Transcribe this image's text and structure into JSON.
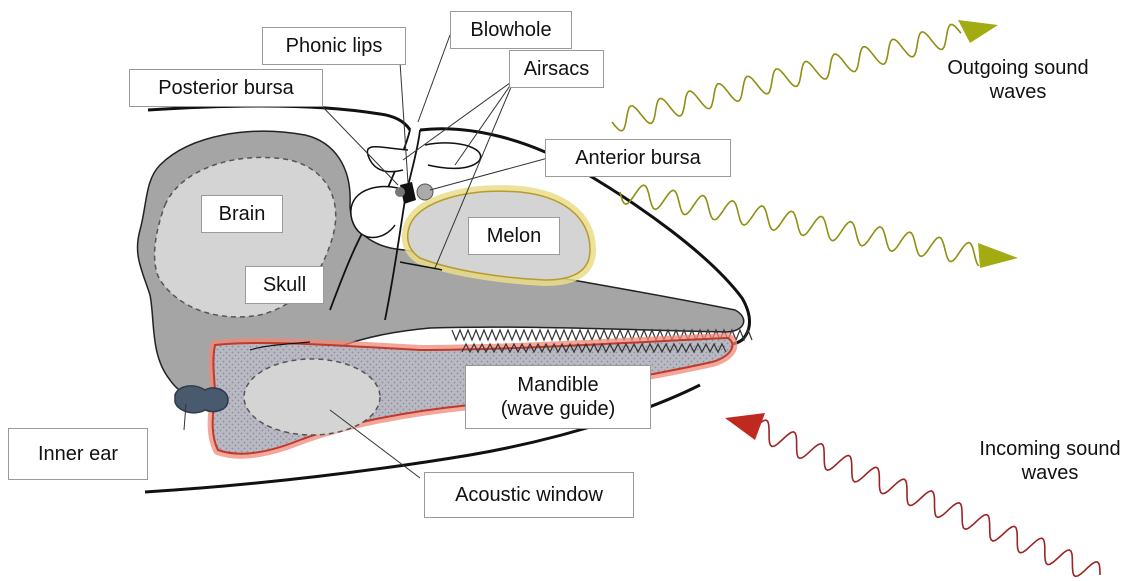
{
  "colors": {
    "outline": "#111111",
    "tissue_dark": "#a5a5a5",
    "tissue_light": "#d4d4d4",
    "melon_glow": "#e9dd8a",
    "mandible_glow": "#ef8a7a",
    "inner_ear": "#4a5a6e",
    "outgoing_wave": "#8f8f12",
    "outgoing_arrow": "#a3ab12",
    "incoming_wave": "#9b2424",
    "incoming_arrow": "#c0291f"
  },
  "labels": {
    "phonic_lips": "Phonic lips",
    "blowhole": "Blowhole",
    "posterior_bursa": "Posterior bursa",
    "airsacs": "Airsacs",
    "anterior_bursa": "Anterior bursa",
    "brain": "Brain",
    "melon": "Melon",
    "skull": "Skull",
    "mandible_line1": "Mandible",
    "mandible_line2": "(wave guide)",
    "inner_ear": "Inner ear",
    "acoustic_window": "Acoustic window",
    "outgoing_line1": "Outgoing sound",
    "outgoing_line2": "waves",
    "incoming_line1": "Incoming sound",
    "incoming_line2": "waves"
  }
}
